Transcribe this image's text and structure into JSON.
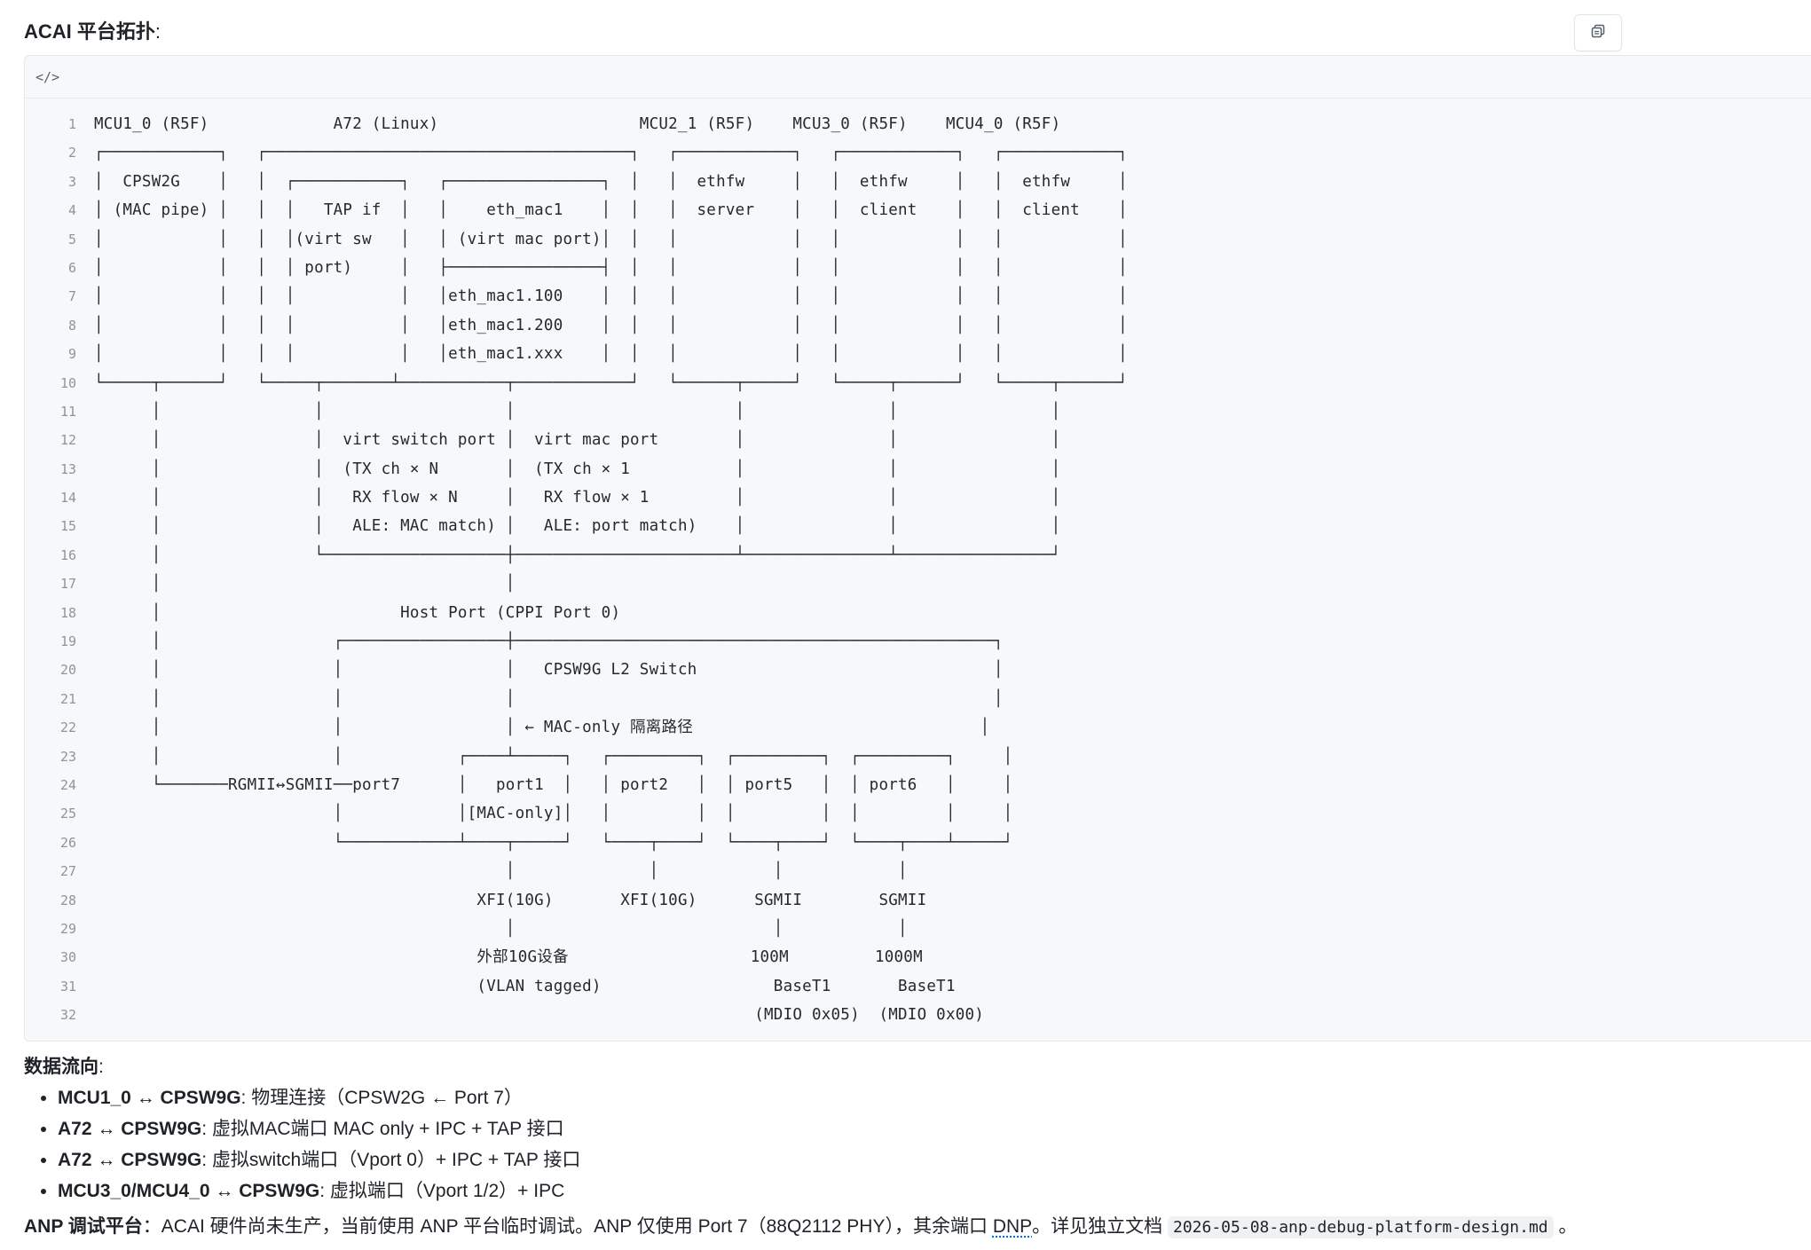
{
  "heading": {
    "title": "ACAI 平台拓扑",
    "colon": ":"
  },
  "copy_button": {
    "icon": "copy-icon"
  },
  "code_block": {
    "lang_icon": "</>",
    "lines": [
      "MCU1_0 (R5F)             A72 (Linux)                     MCU2_1 (R5F)    MCU3_0 (R5F)    MCU4_0 (R5F)",
      "┌────────────┐   ┌──────────────────────────────────────┐   ┌────────────┐   ┌────────────┐   ┌────────────┐",
      "│  CPSW2G    │   │  ┌───────────┐   ┌────────────────┐  │   │  ethfw     │   │  ethfw     │   │  ethfw     │",
      "│ (MAC pipe) │   │  │   TAP if  │   │    eth_mac1    │  │   │  server    │   │  client    │   │  client    │",
      "│            │   │  │(virt sw   │   │ (virt mac port)│  │   │            │   │            │   │            │",
      "│            │   │  │ port)     │   ├────────────────┤  │   │            │   │            │   │            │",
      "│            │   │  │           │   │eth_mac1.100    │  │   │            │   │            │   │            │",
      "│            │   │  │           │   │eth_mac1.200    │  │   │            │   │            │   │            │",
      "│            │   │  │           │   │eth_mac1.xxx    │  │   │            │   │            │   │            │",
      "└─────┬──────┘   └─────┬───────┴───────────┬────────────┘   └──────┬─────┘   └─────┬──────┘   └─────┬──────┘",
      "      │                │                   │                       │               │                │",
      "      │                │  virt switch port │  virt mac port        │               │                │",
      "      │                │  (TX ch × N       │  (TX ch × 1           │               │                │",
      "      │                │   RX flow × N     │   RX flow × 1         │               │                │",
      "      │                │   ALE: MAC match) │   ALE: port match)    │               │                │",
      "      │                └───────────────────┼───────────────────────┴───────────────┴────────────────┘",
      "      │                                    │",
      "      │                         Host Port (CPPI Port 0)",
      "      │                  ┌─────────────────┼──────────────────────────────────────────────────┐",
      "      │                  │                 │   CPSW9G L2 Switch                               │",
      "      │                  │                 │                                                  │",
      "      │                  │                 │ ← MAC-only 隔离路径                              │",
      "      │                  │            ┌────┴─────┐   ┌─────────┐  ┌─────────┐  ┌─────────┐     │",
      "      └───────RGMII↔SGMII──port7      │   port1  │   │ port2   │  │ port5   │  │ port6   │     │",
      "                         │            │[MAC-only]│   │         │  │         │  │         │     │",
      "                         └────────────┴────┬─────┘   └────┬────┘  └────┬────┘  └────┬────┴─────┘",
      "                                           │              │            │            │",
      "                                        XFI(10G)       XFI(10G)      SGMII        SGMII",
      "                                           │                           │            │",
      "                                        外部10G设备                   100M         1000M",
      "                                        (VLAN tagged)                  BaseT1       BaseT1",
      "                                                                     (MDIO 0x05)  (MDIO 0x00)"
    ]
  },
  "data_flow": {
    "title": "数据流向",
    "colon": ":",
    "items": [
      {
        "bold": "MCU1_0 ↔ CPSW9G",
        "text": ": 物理连接（CPSW2G ← Port 7）"
      },
      {
        "bold": "A72 ↔ CPSW9G",
        "text": ": 虚拟MAC端口 MAC only + IPC + TAP 接口"
      },
      {
        "bold": "A72 ↔ CPSW9G",
        "text": ": 虚拟switch端口（Vport 0）+ IPC + TAP 接口"
      },
      {
        "bold": "MCU3_0/MCU4_0 ↔ CPSW9G",
        "text": ": 虚拟端口（Vport 1/2）+ IPC"
      }
    ]
  },
  "anp": {
    "bold": "ANP 调试平台",
    "text_before": "：ACAI 硬件尚未生产，当前使用 ANP 平台临时调试。ANP 仅使用 Port 7（88Q2112 PHY），其余端口 ",
    "dnp": "DNP",
    "text_mid": "。详见独立文档 ",
    "code": "2026-05-08-anp-debug-platform-design.md",
    "text_after": " 。"
  }
}
